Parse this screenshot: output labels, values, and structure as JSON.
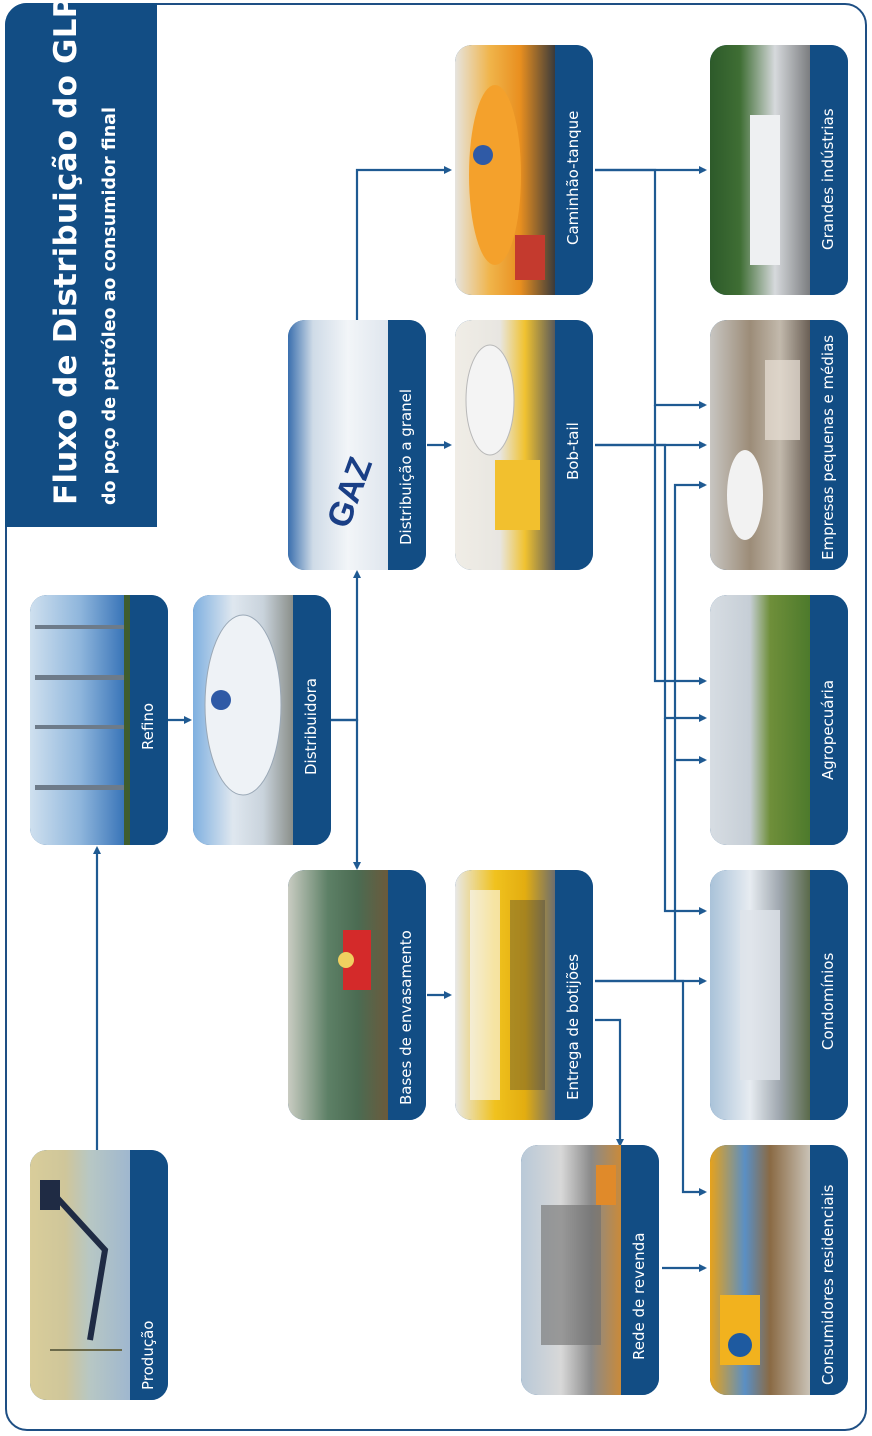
{
  "title": "Fluxo de Distribuição do GLP",
  "subtitle": "do poço de petróleo ao consumidor final",
  "nodes": {
    "producao": "Produção",
    "refino": "Refino",
    "distribuidora": "Distribuidora",
    "distribuicao_granel": "Distribuição a granel",
    "bases_envasamento": "Bases de envasamento",
    "caminhao_tanque": "Caminhão-tanque",
    "bob_tail": "Bob-tail",
    "entrega_botijoes": "Entrega de botijões",
    "rede_revenda": "Rede de revenda",
    "grandes_industrias": "Grandes indústrias",
    "empresas": "Empresas pequenas e médias",
    "agropecuaria": "Agropecuária",
    "condominios": "Condomínios",
    "consumidores": "Consumidores residenciais"
  },
  "colors": {
    "primary": "#124d84",
    "line": "#1f5a92",
    "frame": "#1e4f84"
  }
}
